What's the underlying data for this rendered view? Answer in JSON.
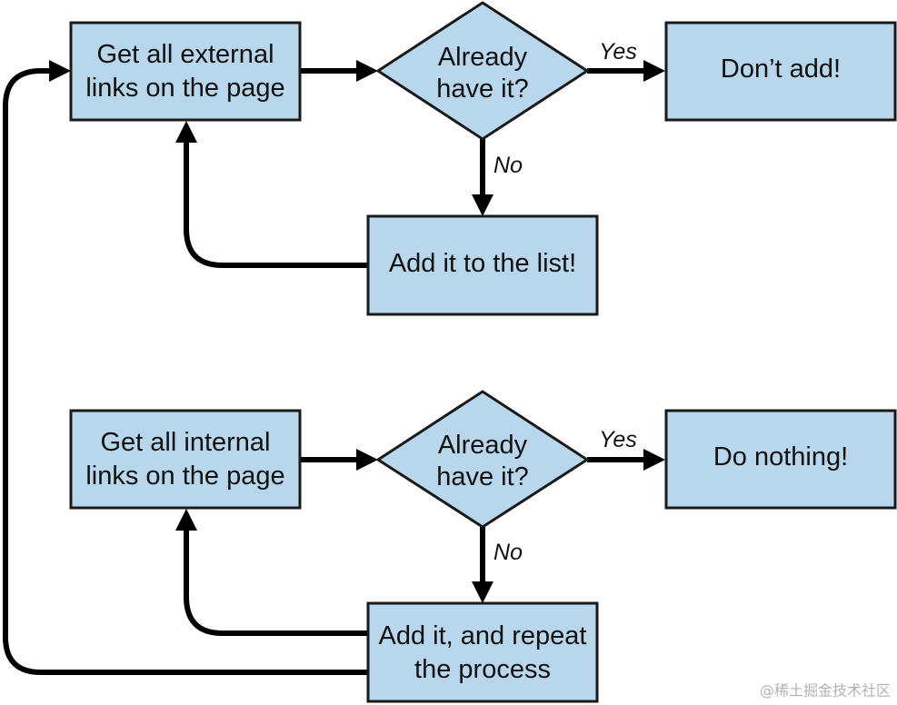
{
  "nodes": {
    "get_external": {
      "line1": "Get all external",
      "line2": "links on the page"
    },
    "already_have_top": {
      "line1": "Already",
      "line2": "have it?"
    },
    "dont_add": {
      "label": "Don’t add!"
    },
    "add_to_list": {
      "label": "Add it to the list!"
    },
    "get_internal": {
      "line1": "Get all internal",
      "line2": "links on the page"
    },
    "already_have_bottom": {
      "line1": "Already",
      "line2": "have it?"
    },
    "do_nothing": {
      "label": "Do nothing!"
    },
    "add_repeat": {
      "line1": "Add it, and repeat",
      "line2": "the process"
    }
  },
  "edges": {
    "top_yes": "Yes",
    "top_no": "No",
    "bottom_yes": "Yes",
    "bottom_no": "No"
  },
  "watermark": "@稀土掘金技术社区",
  "colors": {
    "box_fill": "#b8d7ec",
    "stroke": "#000000"
  }
}
